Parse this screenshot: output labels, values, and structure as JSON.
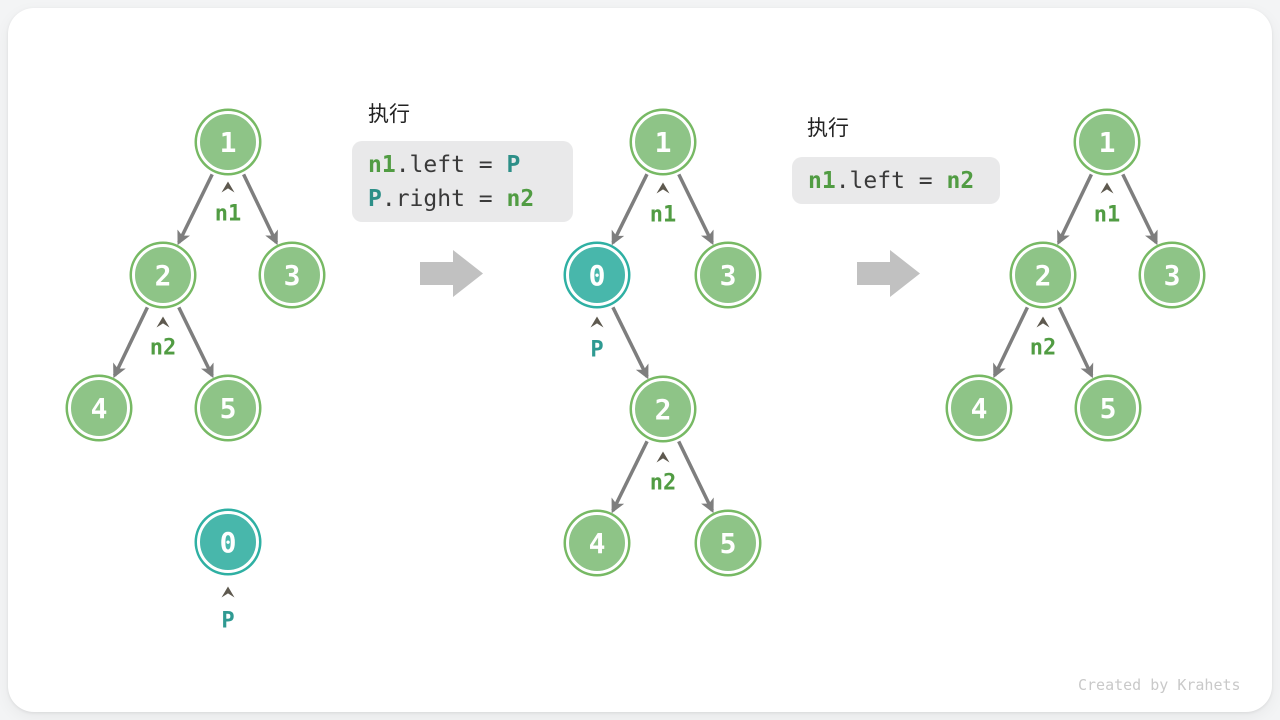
{
  "figure": {
    "watermark": "Created by Krahets"
  },
  "steps": {
    "step1_title": "执行",
    "step2_title": "执行"
  },
  "code_block_1": {
    "line1": {
      "lhs": "n1",
      "mid": ".left = ",
      "rhs": "P"
    },
    "line2": {
      "lhs": "P",
      "mid": ".right = ",
      "rhs": "n2"
    }
  },
  "code_block_2": {
    "line1": {
      "lhs": "n1",
      "mid": ".left = ",
      "rhs": "n2"
    }
  },
  "labels": {
    "n1": "n1",
    "n2": "n2",
    "p": "P"
  },
  "values": {
    "v0": "0",
    "v1": "1",
    "v2": "2",
    "v3": "3",
    "v4": "4",
    "v5": "5"
  },
  "trees": [
    {
      "id": "before",
      "edges": [
        [
          "1",
          "2"
        ],
        [
          "1",
          "3"
        ],
        [
          "2",
          "4"
        ],
        [
          "2",
          "5"
        ]
      ],
      "pointers": {
        "n1": "1",
        "n2": "2",
        "P": "0"
      },
      "detached_nodes": [
        "0"
      ]
    },
    {
      "id": "after-step1",
      "edges": [
        [
          "1",
          "0"
        ],
        [
          "1",
          "3"
        ],
        [
          "0",
          "2"
        ],
        [
          "2",
          "4"
        ],
        [
          "2",
          "5"
        ]
      ],
      "pointers": {
        "n1": "1",
        "P": "0",
        "n2": "2"
      }
    },
    {
      "id": "after-step2",
      "edges": [
        [
          "1",
          "2"
        ],
        [
          "1",
          "3"
        ],
        [
          "2",
          "4"
        ],
        [
          "2",
          "5"
        ]
      ],
      "pointers": {
        "n1": "1",
        "n2": "2"
      }
    }
  ],
  "colors": {
    "node_green_fill": "#8ec487",
    "node_green_stroke": "#77b964",
    "node_teal_fill": "#48b7ab",
    "node_teal_stroke": "#2fb0a3",
    "edge_gray": "#7e7e7e",
    "big_arrow_gray": "#c1c1c1",
    "code_bg": "#e9e9ea",
    "code_text": "#3a3a3a",
    "code_green": "#519c43",
    "code_teal": "#2d8f88",
    "pointer_green": "#519c43",
    "pointer_teal": "#2f9a92"
  }
}
